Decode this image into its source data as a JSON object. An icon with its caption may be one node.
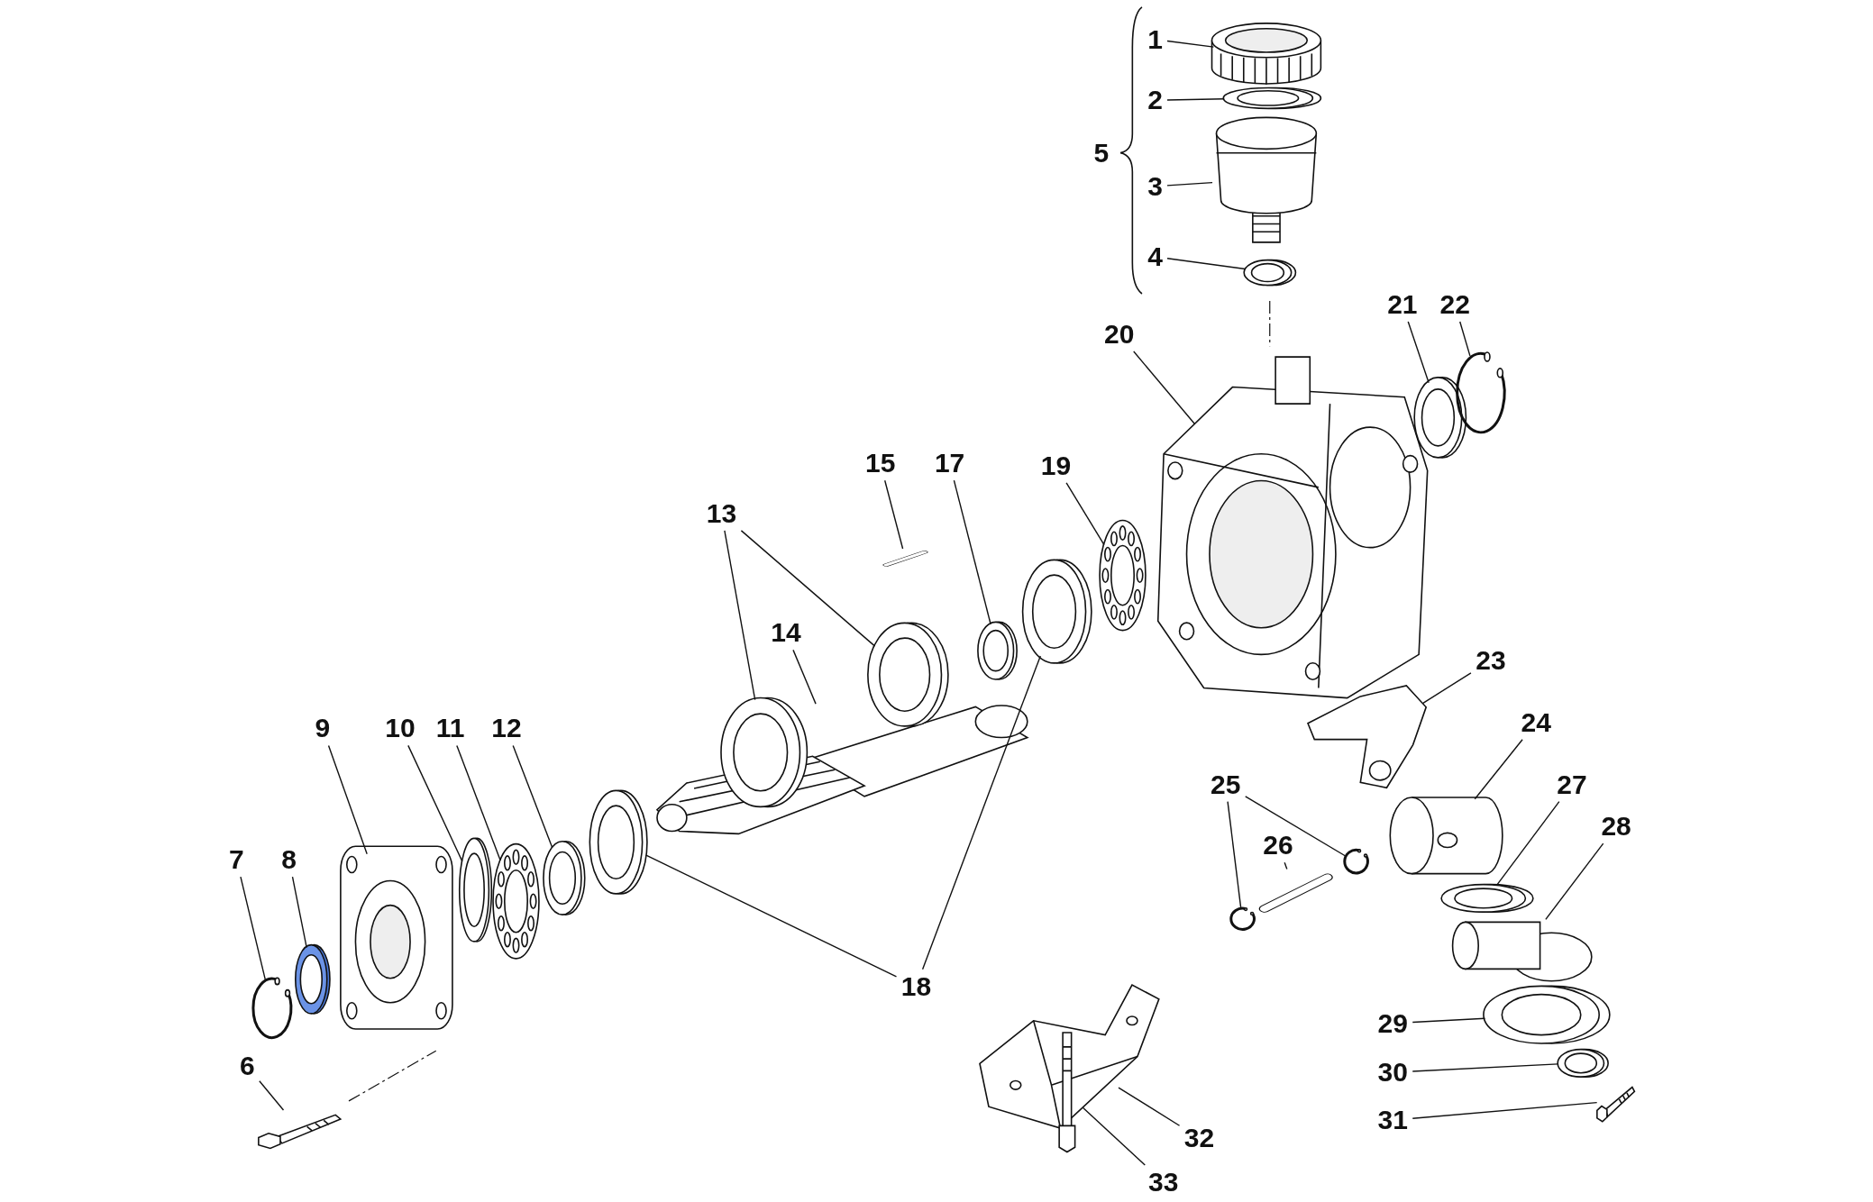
{
  "diagram": {
    "nodes": [
      {
        "text": [
          "1"
        ]
      },
      {
        "text": [
          "2"
        ]
      },
      {
        "text": [
          "3"
        ]
      },
      {
        "text": [
          "4"
        ]
      },
      {
        "text": [
          "6"
        ]
      },
      {
        "text": [
          "7"
        ]
      },
      {
        "text": [
          "8"
        ]
      },
      {
        "text": [
          "9"
        ]
      },
      {
        "text": [
          "10"
        ]
      },
      {
        "text": [
          "11"
        ]
      },
      {
        "text": [
          "12"
        ]
      },
      {
        "text": [
          "13"
        ]
      },
      {
        "text": [
          "14"
        ]
      },
      {
        "text": [
          "15"
        ]
      },
      {
        "text": [
          "17"
        ]
      },
      {
        "text": [
          "18"
        ]
      },
      {
        "text": [
          "19"
        ]
      },
      {
        "text": [
          "20"
        ]
      },
      {
        "text": [
          "21"
        ]
      },
      {
        "text": [
          "22"
        ]
      },
      {
        "text": [
          "23"
        ]
      },
      {
        "text": [
          "24"
        ]
      },
      {
        "text": [
          "25"
        ]
      },
      {
        "text": [
          "26"
        ]
      },
      {
        "text": [
          "27"
        ]
      },
      {
        "text": [
          "28"
        ]
      },
      {
        "text": [
          "29"
        ]
      },
      {
        "text": [
          "30"
        ]
      },
      {
        "text": [
          "31"
        ]
      },
      {
        "text": [
          "32"
        ]
      },
      {
        "text": [
          "33"
        ]
      },
      {
        "text": [],
        "shape": "picture"
      },
      {
        "text": [],
        "shape": "picture"
      },
      {
        "text": [],
        "shape": "picture"
      },
      {
        "text": [],
        "shape": "picture"
      },
      {
        "text": [],
        "shape": "picture"
      },
      {
        "text": [],
        "shape": "picture"
      },
      {
        "text": [],
        "shape": "picture"
      },
      {
        "text": [],
        "shape": "picture"
      },
      {
        "text": [],
        "shape": "picture"
      },
      {
        "text": [],
        "shape": "picture"
      },
      {
        "text": [],
        "shape": "picture"
      },
      {
        "text": [],
        "shape": "picture"
      },
      {
        "text": [],
        "shape": "picture"
      },
      {
        "text": [],
        "shape": "picture"
      },
      {
        "text": [],
        "shape": "picture"
      },
      {
        "text": [],
        "shape": "picture"
      },
      {
        "text": [],
        "shape": "picture"
      },
      {
        "text": [],
        "shape": "picture"
      },
      {
        "text": [],
        "shape": "picture"
      },
      {
        "text": [],
        "shape": "picture"
      },
      {
        "text": [],
        "shape": "picture"
      },
      {
        "text": [],
        "shape": "picture"
      },
      {
        "text": [],
        "shape": "picture"
      },
      {
        "text": [],
        "shape": "picture"
      },
      {
        "text": [],
        "shape": "picture"
      },
      {
        "text": [],
        "shape": "picture"
      },
      {
        "text": [],
        "shape": "picture"
      },
      {
        "text": [],
        "shape": "picture"
      },
      {
        "text": [],
        "shape": "picture"
      },
      {
        "text": [],
        "shape": "picture"
      },
      {
        "text": [],
        "shape": "picture"
      },
      {
        "text": [],
        "shape": "picture"
      },
      {
        "text": [],
        "shape": "picture"
      },
      {
        "text": [],
        "shape": "picture"
      }
    ],
    "edges": [
      {
        "from": 0,
        "to": 31,
        "arrow": "none"
      },
      {
        "from": 1,
        "to": 32,
        "arrow": "none"
      },
      {
        "from": 2,
        "to": 33,
        "arrow": "none"
      },
      {
        "from": 3,
        "to": 34,
        "arrow": "none"
      },
      {
        "from": 4,
        "to": 35,
        "arrow": "none"
      },
      {
        "from": 5,
        "to": 36,
        "arrow": "none"
      },
      {
        "from": 6,
        "to": 37,
        "arrow": "none"
      },
      {
        "from": 7,
        "to": 38,
        "arrow": "none"
      },
      {
        "from": 8,
        "to": 39,
        "arrow": "none"
      },
      {
        "from": 9,
        "to": 40,
        "arrow": "none"
      },
      {
        "from": 10,
        "to": 41,
        "arrow": "none"
      },
      {
        "from": 11,
        "to": 42,
        "arrow": "none"
      },
      {
        "from": 11,
        "to": 43,
        "arrow": "none"
      },
      {
        "from": 12,
        "to": 44,
        "arrow": "none"
      },
      {
        "from": 13,
        "to": 45,
        "arrow": "none"
      },
      {
        "from": 14,
        "to": 46,
        "arrow": "none"
      },
      {
        "from": 15,
        "to": 47,
        "arrow": "none"
      },
      {
        "from": 15,
        "to": 48,
        "arrow": "none"
      },
      {
        "from": 16,
        "to": 49,
        "arrow": "none"
      },
      {
        "from": 17,
        "to": 50,
        "arrow": "none"
      },
      {
        "from": 18,
        "to": 51,
        "arrow": "none"
      },
      {
        "from": 19,
        "to": 52,
        "arrow": "none"
      },
      {
        "from": 20,
        "to": 53,
        "arrow": "none"
      },
      {
        "from": 21,
        "to": 54,
        "arrow": "none"
      },
      {
        "from": 22,
        "to": 55,
        "arrow": "none"
      },
      {
        "from": 22,
        "to": 56,
        "arrow": "none"
      },
      {
        "from": 23,
        "to": 57,
        "arrow": "none"
      },
      {
        "from": 24,
        "to": 58,
        "arrow": "none"
      },
      {
        "from": 25,
        "to": 59,
        "arrow": "none"
      },
      {
        "from": 26,
        "to": 60,
        "arrow": "none"
      },
      {
        "from": 27,
        "to": 61,
        "arrow": "none"
      },
      {
        "from": 28,
        "to": 62,
        "arrow": "none"
      },
      {
        "from": 29,
        "to": 63,
        "arrow": "none"
      },
      {
        "from": 30,
        "to": 64,
        "arrow": "none"
      }
    ],
    "labels": [
      "5"
    ]
  }
}
